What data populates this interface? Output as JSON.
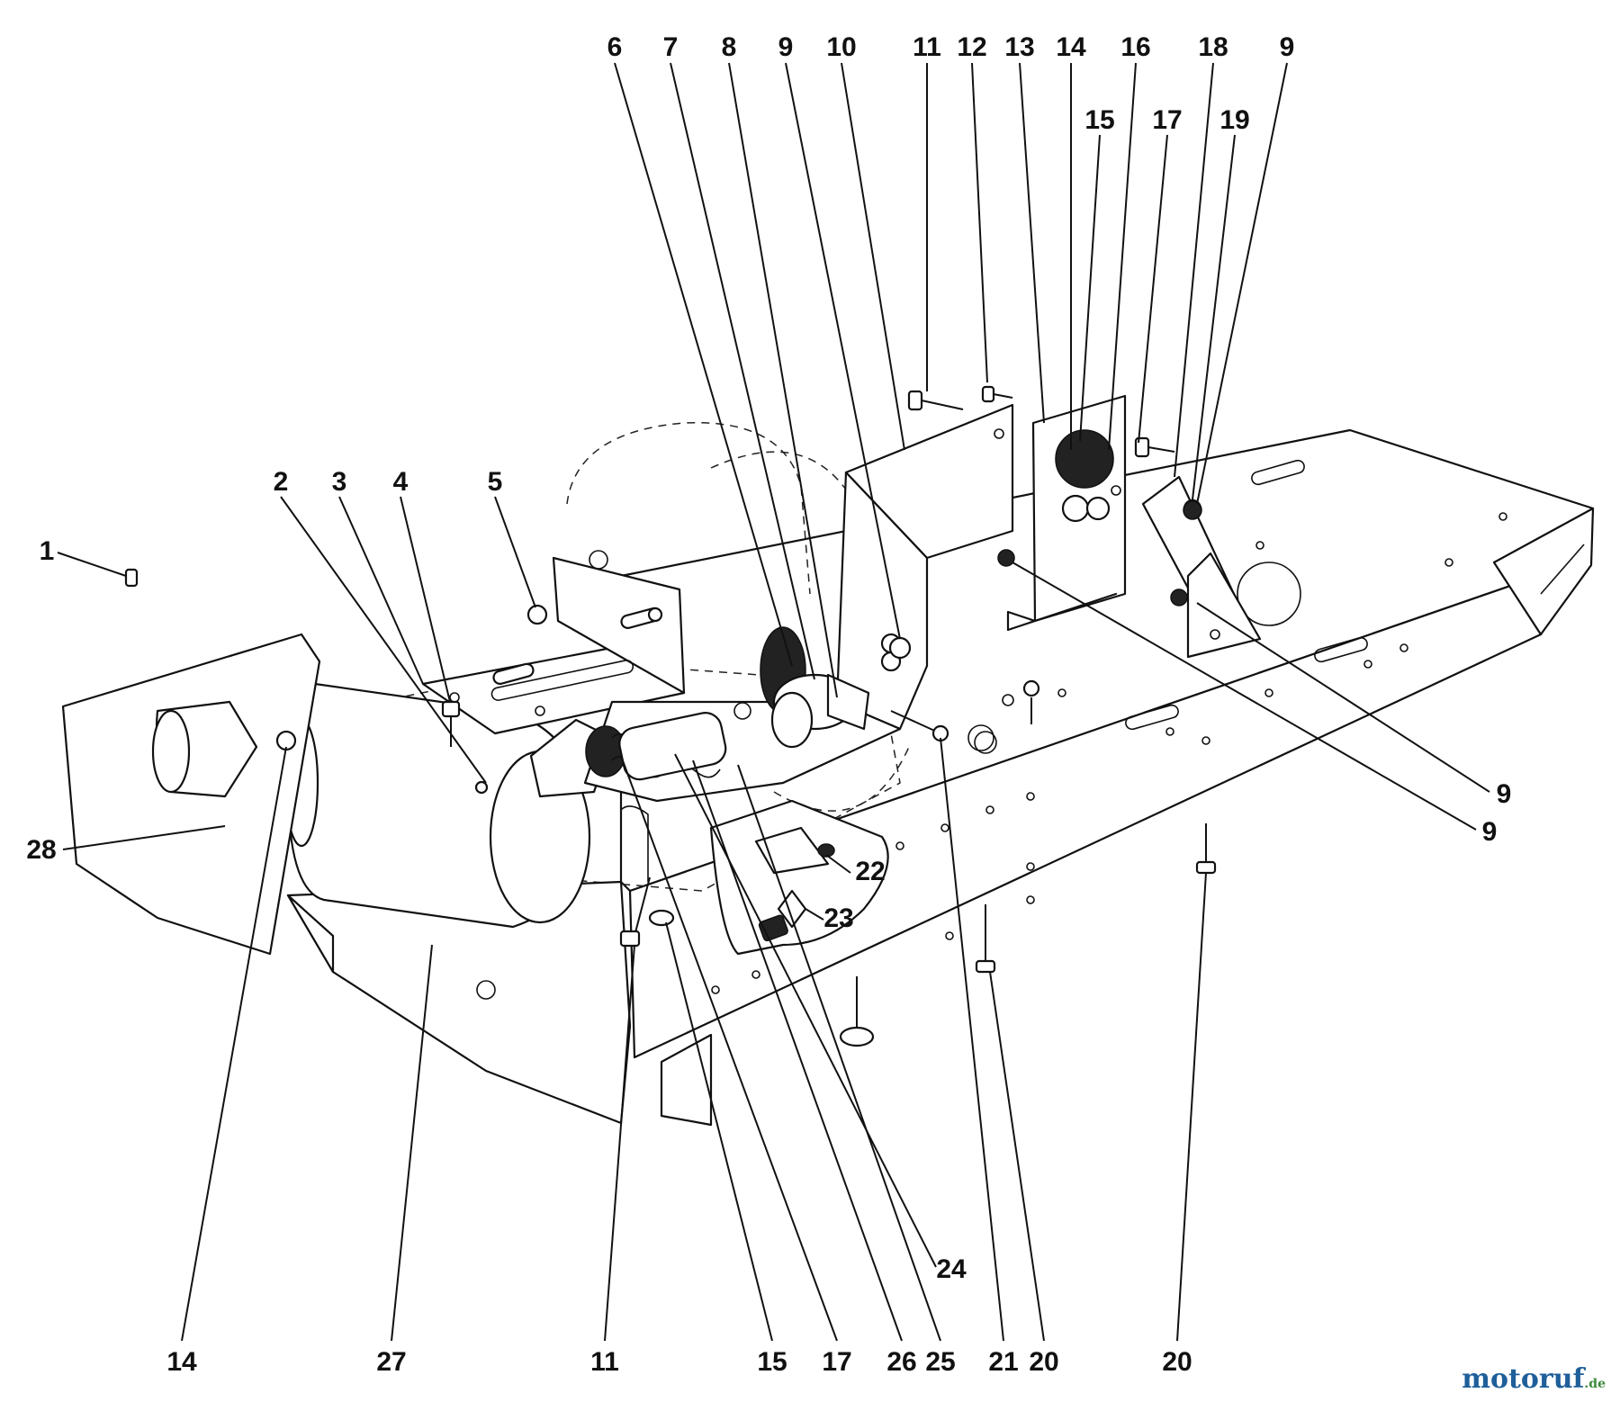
{
  "callouts": [
    {
      "id": "c-top-6",
      "text": "6"
    },
    {
      "id": "c-top-7",
      "text": "7"
    },
    {
      "id": "c-top-8",
      "text": "8"
    },
    {
      "id": "c-top-9a",
      "text": "9"
    },
    {
      "id": "c-top-10",
      "text": "10"
    },
    {
      "id": "c-top-11",
      "text": "11"
    },
    {
      "id": "c-top-12",
      "text": "12"
    },
    {
      "id": "c-top-13",
      "text": "13"
    },
    {
      "id": "c-top-14",
      "text": "14"
    },
    {
      "id": "c-top-16",
      "text": "16"
    },
    {
      "id": "c-top-18",
      "text": "18"
    },
    {
      "id": "c-top-9b",
      "text": "9"
    },
    {
      "id": "c-15",
      "text": "15"
    },
    {
      "id": "c-17",
      "text": "17"
    },
    {
      "id": "c-19",
      "text": "19"
    },
    {
      "id": "c-2",
      "text": "2"
    },
    {
      "id": "c-3",
      "text": "3"
    },
    {
      "id": "c-4",
      "text": "4"
    },
    {
      "id": "c-5",
      "text": "5"
    },
    {
      "id": "c-1",
      "text": "1"
    },
    {
      "id": "c-28",
      "text": "28"
    },
    {
      "id": "c-22",
      "text": "22"
    },
    {
      "id": "c-23",
      "text": "23"
    },
    {
      "id": "c-9c",
      "text": "9"
    },
    {
      "id": "c-9d",
      "text": "9"
    },
    {
      "id": "c-24",
      "text": "24"
    },
    {
      "id": "c-b-14",
      "text": "14"
    },
    {
      "id": "c-b-27",
      "text": "27"
    },
    {
      "id": "c-b-11",
      "text": "11"
    },
    {
      "id": "c-b-15",
      "text": "15"
    },
    {
      "id": "c-b-17",
      "text": "17"
    },
    {
      "id": "c-b-26",
      "text": "26"
    },
    {
      "id": "c-b-25",
      "text": "25"
    },
    {
      "id": "c-b-21",
      "text": "21"
    },
    {
      "id": "c-b-20a",
      "text": "20"
    },
    {
      "id": "c-b-20b",
      "text": "20"
    }
  ],
  "watermark": {
    "main": "motoruf",
    "tld": ".de"
  }
}
